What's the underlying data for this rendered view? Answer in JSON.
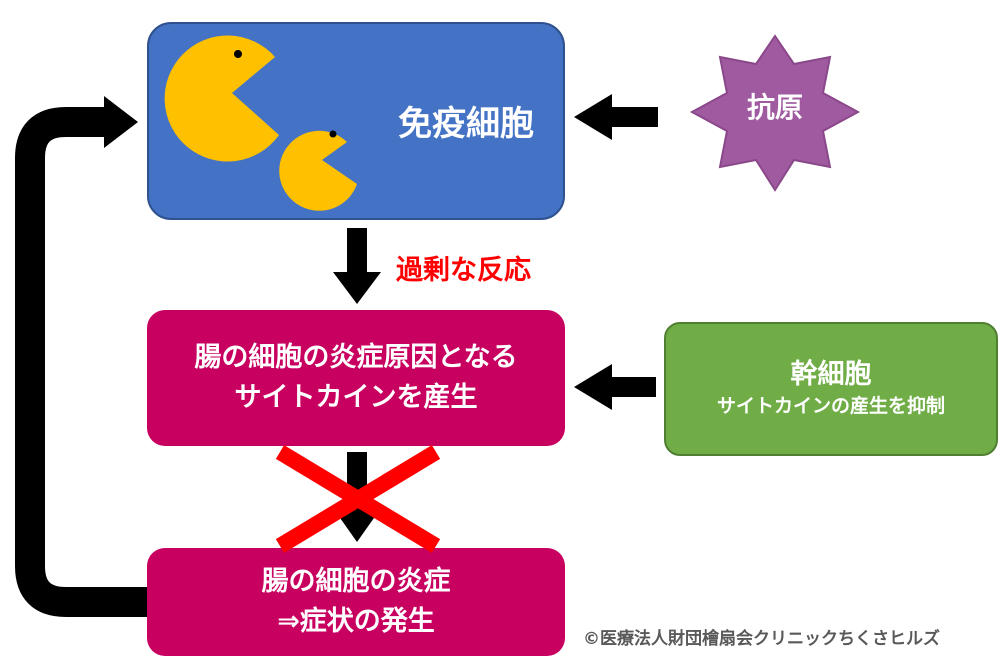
{
  "immune": {
    "label": "免疫細胞"
  },
  "antigen": {
    "label": "抗原"
  },
  "excessive": {
    "label": "過剰な反応"
  },
  "cytokine": {
    "line1": "腸の細胞の炎症原因となる",
    "line2": "サイトカインを産生"
  },
  "stem_cell": {
    "title": "幹細胞",
    "subtitle": "サイトカインの産生を抑制"
  },
  "inflammation": {
    "line1": "腸の細胞の炎症",
    "line2": "⇒症状の発生"
  },
  "copyright": "©医療法人財団檜扇会クリニックちくさヒルズ",
  "colors": {
    "immune_box": "#4472c4",
    "antigen_star": "#a05aa0",
    "cytokine_box": "#c8005f",
    "inflammation_box": "#c8005f",
    "stem_cell_box": "#70ad47",
    "pacman": "#ffc000",
    "excessive_text": "#ff0000",
    "block_cross": "#ff0000",
    "arrows": "#000000"
  }
}
